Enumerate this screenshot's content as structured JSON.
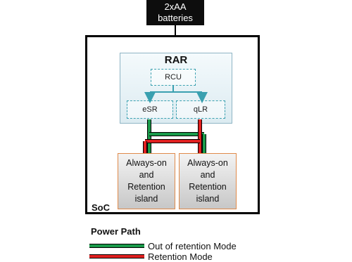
{
  "battery": {
    "line1": "2xAA",
    "line2": "batteries"
  },
  "soc": {
    "label": "SoC"
  },
  "rar": {
    "title": "RAR",
    "rcu": "RCU",
    "esr": "eSR",
    "qlr": "qLR"
  },
  "islands": [
    {
      "line1": "Always-on",
      "line2": "and",
      "line3": "Retention",
      "line4": "island"
    },
    {
      "line1": "Always-on",
      "line2": "and",
      "line3": "Retention",
      "line4": "island"
    }
  ],
  "legend": {
    "title": "Power Path",
    "items": [
      {
        "label": "Out of retention Mode",
        "color": "#1a9a4a"
      },
      {
        "label": "Retention Mode",
        "color": "#e02020"
      }
    ]
  },
  "colors": {
    "arrow": "#3aa0b0",
    "dashed_border": "#3aa0b0",
    "island_border": "#e08a4a"
  }
}
